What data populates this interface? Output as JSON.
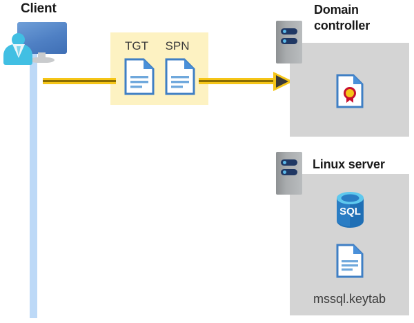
{
  "diagram": {
    "title_client": "Client",
    "title_domain_controller": "Domain controller",
    "title_domain_controller_line1": "Domain",
    "title_domain_controller_line2": "controller",
    "title_linux_server": "Linux server",
    "tokens": [
      {
        "label": "TGT",
        "icon": "document-icon"
      },
      {
        "label": "SPN",
        "icon": "document-icon"
      }
    ],
    "domain_controller_contents": [
      {
        "label": "",
        "icon": "certificate-document-icon"
      }
    ],
    "linux_server_contents": [
      {
        "label": "",
        "icon": "sql-database-icon"
      },
      {
        "label": "mssql.keytab",
        "icon": "document-icon"
      }
    ],
    "flow": {
      "direction": "client-to-domain-controller",
      "arrow_icon": "arrow-right-icon"
    },
    "colors": {
      "highlight_panel": "#fdf2c2",
      "arrow": "#f5c518",
      "arrow_inner": "#8a6d00",
      "box_fill": "#d4d4d4",
      "lifeline": "#bdd9f7",
      "server_chassis": "#a9acae",
      "server_bay": "#203864",
      "document_blue": "#4a90d9",
      "sql_blue": "#1f6fb5",
      "certificate_red": "#c8102e",
      "certificate_gold": "#f5c518",
      "client_monitor": "#4f80c4",
      "client_person": "#41bfe3",
      "title_text": "#1a1a1a",
      "label_text": "#3b3b3b"
    }
  }
}
